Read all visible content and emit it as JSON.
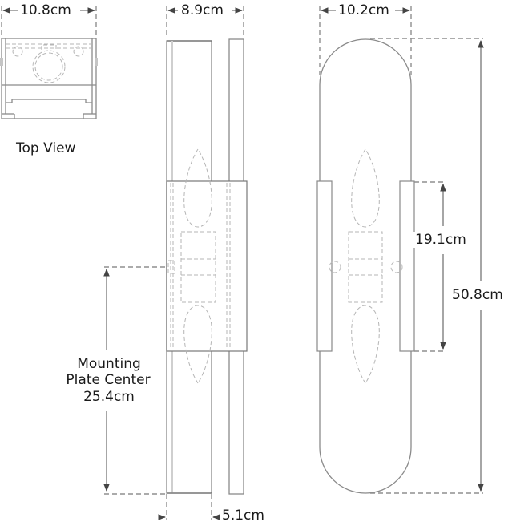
{
  "drawing": {
    "type": "technical-dimension-drawing",
    "subject": "wall sconce",
    "views": [
      "Top View",
      "Side View",
      "Front View"
    ]
  },
  "labels": {
    "top_view": "Top View",
    "top_width": "10.8cm",
    "side_depth": "8.9cm",
    "front_width": "10.2cm",
    "backplate_height": "19.1cm",
    "overall_height": "50.8cm",
    "mounting_line1": "Mounting",
    "mounting_line2": "Plate Center",
    "mounting_value": "25.4cm",
    "backplate_depth": "5.1cm"
  },
  "colors": {
    "line": "#8a8a8a",
    "hidden_line": "#b5b5b5",
    "text": "#1a1a1a",
    "background": "#ffffff"
  }
}
